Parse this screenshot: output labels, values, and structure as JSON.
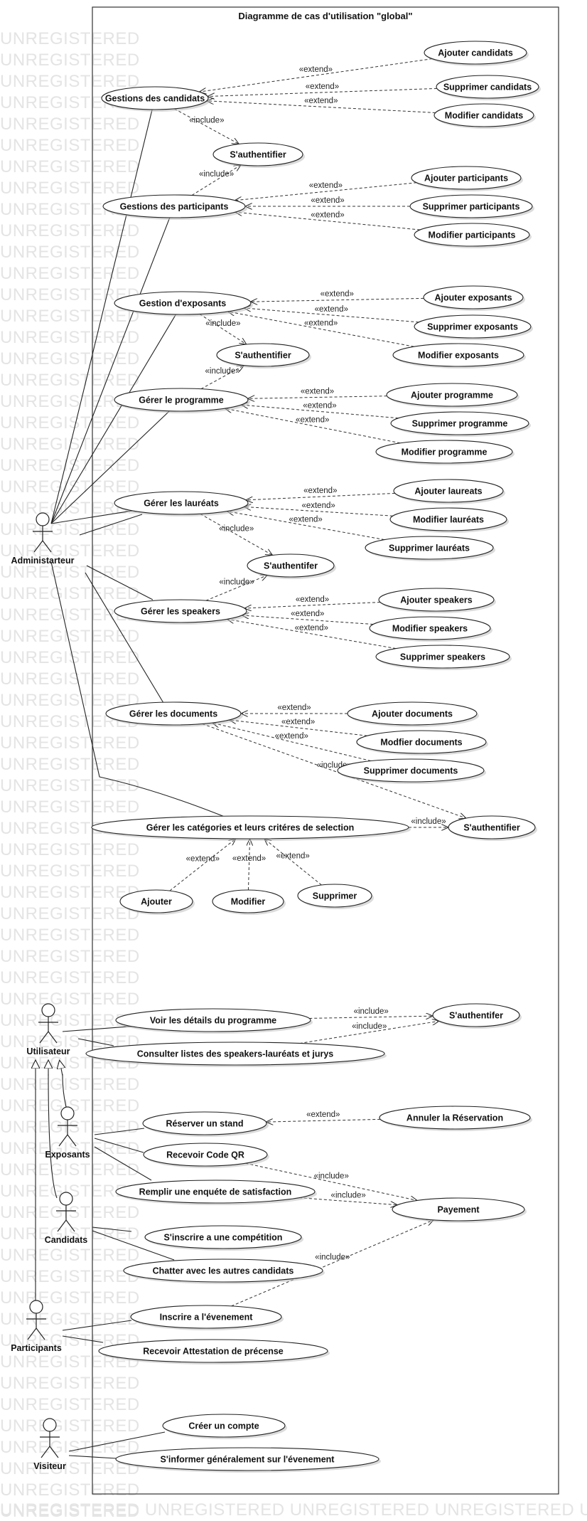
{
  "diagram": {
    "title": "Diagramme de cas d'utilisation \"global\"",
    "watermark": "UNREGISTERED",
    "colors": {
      "line": "#222222",
      "ellipse_fill": "#ffffff",
      "watermark": "#e4e4e4"
    }
  },
  "actors": [
    {
      "id": "admin",
      "label": "Administarteur"
    },
    {
      "id": "utilisateur",
      "label": "Utilisateur"
    },
    {
      "id": "exposants",
      "label": "Exposants"
    },
    {
      "id": "candidats",
      "label": "Candidats"
    },
    {
      "id": "participants",
      "label": "Participants"
    },
    {
      "id": "visiteur",
      "label": "Visiteur"
    }
  ],
  "use_cases": [
    {
      "id": "u1",
      "label": "Gestions des candidats"
    },
    {
      "id": "u2",
      "label": "Ajouter candidats"
    },
    {
      "id": "u3",
      "label": "Supprimer candidats"
    },
    {
      "id": "u4",
      "label": "Modifier candidats"
    },
    {
      "id": "u5",
      "label": "S'authentifier"
    },
    {
      "id": "u6",
      "label": "Gestions des participants"
    },
    {
      "id": "u7",
      "label": "Ajouter participants"
    },
    {
      "id": "u8",
      "label": "Supprimer participants"
    },
    {
      "id": "u9",
      "label": "Modifier participants"
    },
    {
      "id": "u10",
      "label": "Gestion d'exposants"
    },
    {
      "id": "u11",
      "label": "Ajouter exposants"
    },
    {
      "id": "u12",
      "label": "Supprimer exposants"
    },
    {
      "id": "u13",
      "label": "Modifier exposants"
    },
    {
      "id": "u14",
      "label": "S'authentifier"
    },
    {
      "id": "u15",
      "label": "Gérer le programme"
    },
    {
      "id": "u16",
      "label": "Ajouter programme"
    },
    {
      "id": "u17",
      "label": "Supprimer programme"
    },
    {
      "id": "u18",
      "label": "Modifier programme"
    },
    {
      "id": "u19",
      "label": "Gérer les lauréats"
    },
    {
      "id": "u20",
      "label": "Ajouter laureats"
    },
    {
      "id": "u21",
      "label": "Modifier lauréats"
    },
    {
      "id": "u22",
      "label": "Supprimer lauréats"
    },
    {
      "id": "u23",
      "label": "S'authentifer"
    },
    {
      "id": "u24",
      "label": "Gérer les speakers"
    },
    {
      "id": "u25",
      "label": "Ajouter speakers"
    },
    {
      "id": "u26",
      "label": "Modifier speakers"
    },
    {
      "id": "u27",
      "label": "Supprimer speakers"
    },
    {
      "id": "u28",
      "label": "Gérer les documents"
    },
    {
      "id": "u29",
      "label": "Ajouter documents"
    },
    {
      "id": "u30",
      "label": "Modfier documents"
    },
    {
      "id": "u31",
      "label": "Supprimer documents"
    },
    {
      "id": "u32",
      "label": "Gérer les catégories et leurs critéres de selection"
    },
    {
      "id": "u33",
      "label": "S'authentifier"
    },
    {
      "id": "u34",
      "label": "Ajouter"
    },
    {
      "id": "u35",
      "label": "Modifier"
    },
    {
      "id": "u36",
      "label": "Supprimer"
    },
    {
      "id": "u37",
      "label": "Voir les détails du programme"
    },
    {
      "id": "u38",
      "label": "S'authentifer"
    },
    {
      "id": "u39",
      "label": "Consulter listes des speakers-lauréats et jurys"
    },
    {
      "id": "u40",
      "label": "Réserver un stand"
    },
    {
      "id": "u41",
      "label": "Annuler la Réservation"
    },
    {
      "id": "u42",
      "label": "Recevoir Code QR"
    },
    {
      "id": "u43",
      "label": "Remplir une enquéte de satisfaction"
    },
    {
      "id": "u44",
      "label": "Payement"
    },
    {
      "id": "u45",
      "label": "S'inscrire a une compétition"
    },
    {
      "id": "u46",
      "label": "Chatter avec les autres candidats"
    },
    {
      "id": "u47",
      "label": "Inscrire a l'évenement"
    },
    {
      "id": "u48",
      "label": "Recevoir Attestation de précense"
    },
    {
      "id": "u49",
      "label": "Créer un compte"
    },
    {
      "id": "u50",
      "label": "S'informer généralement sur l'évenement"
    }
  ],
  "relations": [
    {
      "type": "extend",
      "from": "u2",
      "to": "u1",
      "label": "«extend»"
    },
    {
      "type": "extend",
      "from": "u3",
      "to": "u1",
      "label": "«extend»"
    },
    {
      "type": "extend",
      "from": "u4",
      "to": "u1",
      "label": "«extend»"
    },
    {
      "type": "include",
      "from": "u1",
      "to": "u5",
      "label": "«include»"
    },
    {
      "type": "include",
      "from": "u6",
      "to": "u5",
      "label": "«include»"
    },
    {
      "type": "extend",
      "from": "u7",
      "to": "u6",
      "label": "«extend»"
    },
    {
      "type": "extend",
      "from": "u8",
      "to": "u6",
      "label": "«extend»"
    },
    {
      "type": "extend",
      "from": "u9",
      "to": "u6",
      "label": "«extend»"
    },
    {
      "type": "extend",
      "from": "u11",
      "to": "u10",
      "label": "«extend»"
    },
    {
      "type": "extend",
      "from": "u12",
      "to": "u10",
      "label": "«extend»"
    },
    {
      "type": "extend",
      "from": "u13",
      "to": "u10",
      "label": "«extend»"
    },
    {
      "type": "include",
      "from": "u10",
      "to": "u14",
      "label": "«include»"
    },
    {
      "type": "include",
      "from": "u15",
      "to": "u14",
      "label": "«include»"
    },
    {
      "type": "extend",
      "from": "u16",
      "to": "u15",
      "label": "«extend»"
    },
    {
      "type": "extend",
      "from": "u17",
      "to": "u15",
      "label": "«extend»"
    },
    {
      "type": "extend",
      "from": "u18",
      "to": "u15",
      "label": "«extend»"
    },
    {
      "type": "extend",
      "from": "u20",
      "to": "u19",
      "label": "«extend»"
    },
    {
      "type": "extend",
      "from": "u21",
      "to": "u19",
      "label": "«extend»"
    },
    {
      "type": "extend",
      "from": "u22",
      "to": "u19",
      "label": "«extend»"
    },
    {
      "type": "include",
      "from": "u19",
      "to": "u23",
      "label": "«include»"
    },
    {
      "type": "include",
      "from": "u24",
      "to": "u23",
      "label": "«include»"
    },
    {
      "type": "extend",
      "from": "u25",
      "to": "u24",
      "label": "«extend»"
    },
    {
      "type": "extend",
      "from": "u26",
      "to": "u24",
      "label": "«extend»"
    },
    {
      "type": "extend",
      "from": "u27",
      "to": "u24",
      "label": "«extend»"
    },
    {
      "type": "extend",
      "from": "u29",
      "to": "u28",
      "label": "«extend»"
    },
    {
      "type": "extend",
      "from": "u30",
      "to": "u28",
      "label": "«extend»"
    },
    {
      "type": "extend",
      "from": "u31",
      "to": "u28",
      "label": "«extend»"
    },
    {
      "type": "include",
      "from": "u28",
      "to": "u33",
      "label": "«include»"
    },
    {
      "type": "include",
      "from": "u32",
      "to": "u33",
      "label": "«include»"
    },
    {
      "type": "extend",
      "from": "u34",
      "to": "u32",
      "label": "«extend»"
    },
    {
      "type": "extend",
      "from": "u35",
      "to": "u32",
      "label": "«extend»"
    },
    {
      "type": "extend",
      "from": "u36",
      "to": "u32",
      "label": "«extend»"
    },
    {
      "type": "include",
      "from": "u37",
      "to": "u38",
      "label": "«include»"
    },
    {
      "type": "include",
      "from": "u39",
      "to": "u38",
      "label": "«include»"
    },
    {
      "type": "extend",
      "from": "u41",
      "to": "u40",
      "label": "«extend»"
    },
    {
      "type": "include",
      "from": "u42",
      "to": "u44",
      "label": "«include»"
    },
    {
      "type": "include",
      "from": "u43",
      "to": "u44",
      "label": "«include»"
    },
    {
      "type": "include",
      "from": "u47",
      "to": "u44",
      "label": "«include»"
    }
  ]
}
